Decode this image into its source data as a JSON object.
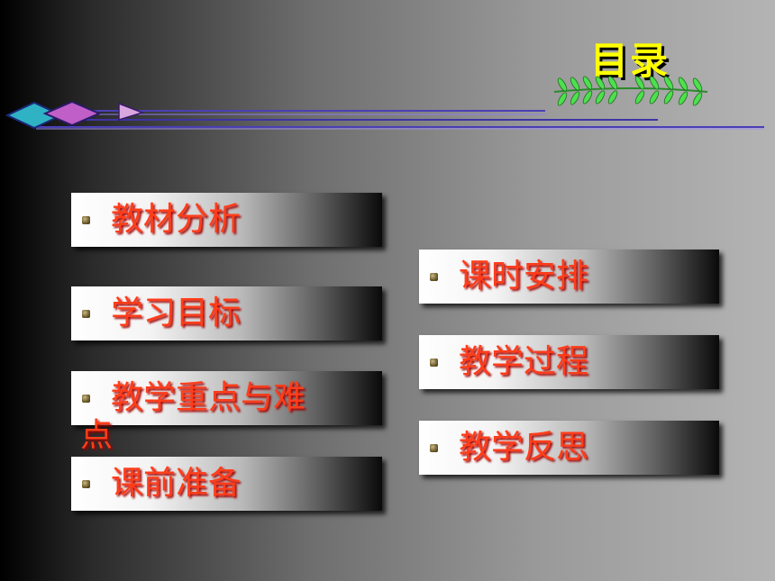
{
  "title": "目录",
  "colors": {
    "title": "#ffff00",
    "label": "#ff3d1a",
    "vine": "#3cdc3c"
  },
  "icons": {
    "vine": "vine-branch-icon",
    "ornament": "diamond-line-ornament-icon",
    "bullet": "bullet-icon"
  },
  "left_items": [
    {
      "label": "教材分析"
    },
    {
      "label": "学习目标"
    },
    {
      "label_line1": "教学重点与难",
      "label_line2": "点"
    },
    {
      "label": "课前准备"
    }
  ],
  "right_items": [
    {
      "label": "课时安排"
    },
    {
      "label": "教学过程"
    },
    {
      "label": "教学反思"
    }
  ]
}
